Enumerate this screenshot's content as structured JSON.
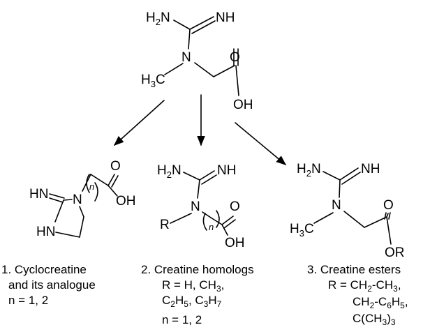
{
  "atoms": {
    "H": "H",
    "N": "N",
    "O": "O",
    "C": "C",
    "R": "R",
    "NH": "NH",
    "OH": "OH",
    "HN": "HN",
    "OR": "OR",
    "sub2": "2",
    "sub3": "3",
    "subn": "n"
  },
  "captions": {
    "c1": {
      "line1": "1. Cyclocreatine",
      "line2": "and its analogue",
      "line3": "n = 1, 2"
    },
    "c2": {
      "line1": "2. Creatine homologs",
      "line2": "R = H, CH",
      "line2_sub": "3",
      "line2_end": ",",
      "line3_a": "C",
      "line3_a_sub": "2",
      "line3_b": "H",
      "line3_b_sub": "5",
      "line3_c": ", C",
      "line3_c_sub": "3",
      "line3_d": "H",
      "line3_d_sub": "7",
      "line4": "n = 1, 2"
    },
    "c3": {
      "line1": "3. Creatine esters",
      "line2_a": "R = CH",
      "line2_a_sub": "2",
      "line2_b": "-CH",
      "line2_b_sub": "3",
      "line2_end": ",",
      "line3_a": "CH",
      "line3_a_sub": "2",
      "line3_b": "-C",
      "line3_b_sub": "6",
      "line3_c": "H",
      "line3_c_sub": "5",
      "line3_end": ",",
      "line4_a": "C(CH",
      "line4_a_sub": "3",
      "line4_b": ")",
      "line4_b_sub": "3"
    }
  }
}
